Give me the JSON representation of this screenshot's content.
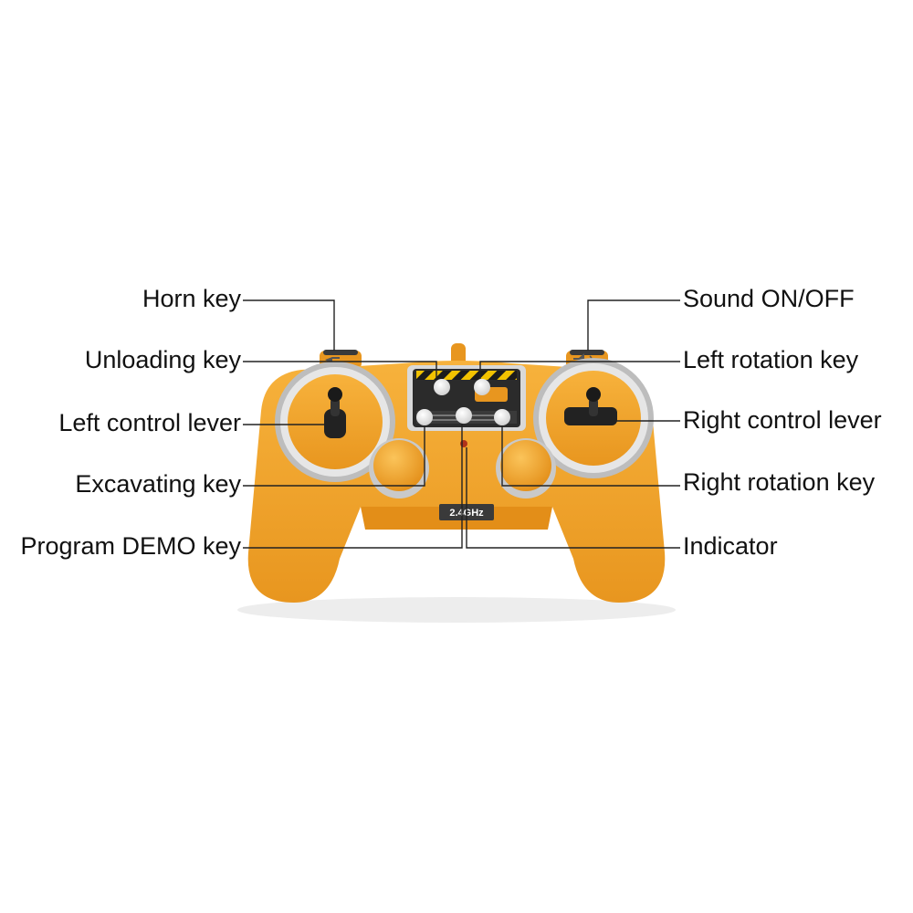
{
  "callouts": {
    "horn_key": "Horn key",
    "unloading_key": "Unloading key",
    "left_control_lever": "Left control lever",
    "excavating_key": "Excavating key",
    "program_demo_key": "Program DEMO key",
    "sound_on_off": "Sound ON/OFF",
    "left_rotation_key": "Left rotation key",
    "right_control_lever": "Right control lever",
    "right_rotation_key": "Right rotation key",
    "indicator": "Indicator"
  },
  "controller": {
    "frequency_badge": "2.4GHz"
  },
  "colors": {
    "body": "#f3a52a",
    "body_shade": "#d9871a",
    "ring": "#d8d8d8",
    "panel": "#2b2b2b",
    "stripe": "#f2c200",
    "leader_line": "#222222"
  },
  "icons": {
    "horn": "horn-icon",
    "sound": "speaker-icon"
  }
}
